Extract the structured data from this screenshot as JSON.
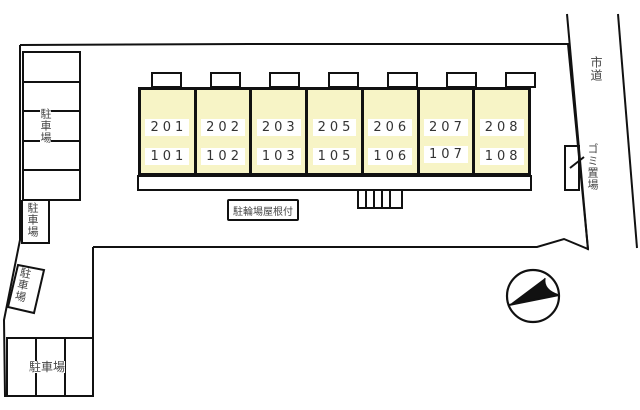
{
  "site": {
    "building": {
      "units": [
        {
          "upper": "201",
          "lower": "101"
        },
        {
          "upper": "202",
          "lower": "102"
        },
        {
          "upper": "203",
          "lower": "103"
        },
        {
          "upper": "205",
          "lower": "105"
        },
        {
          "upper": "206",
          "lower": "106"
        },
        {
          "upper": "207",
          "lower": "107"
        },
        {
          "upper": "208",
          "lower": "108"
        }
      ],
      "fill_color": "#f7f4c6"
    },
    "labels": {
      "city_road": "市道",
      "garbage": "ゴミ置場",
      "bicycle_parking": "駐輪場屋根付",
      "parking_left_top": "駐車場",
      "parking_left_mid": "駐車場",
      "parking_left_tilted": "駐車場",
      "parking_bottom": "駐車場"
    },
    "compass": {
      "icon": "north-arrow-icon"
    }
  }
}
